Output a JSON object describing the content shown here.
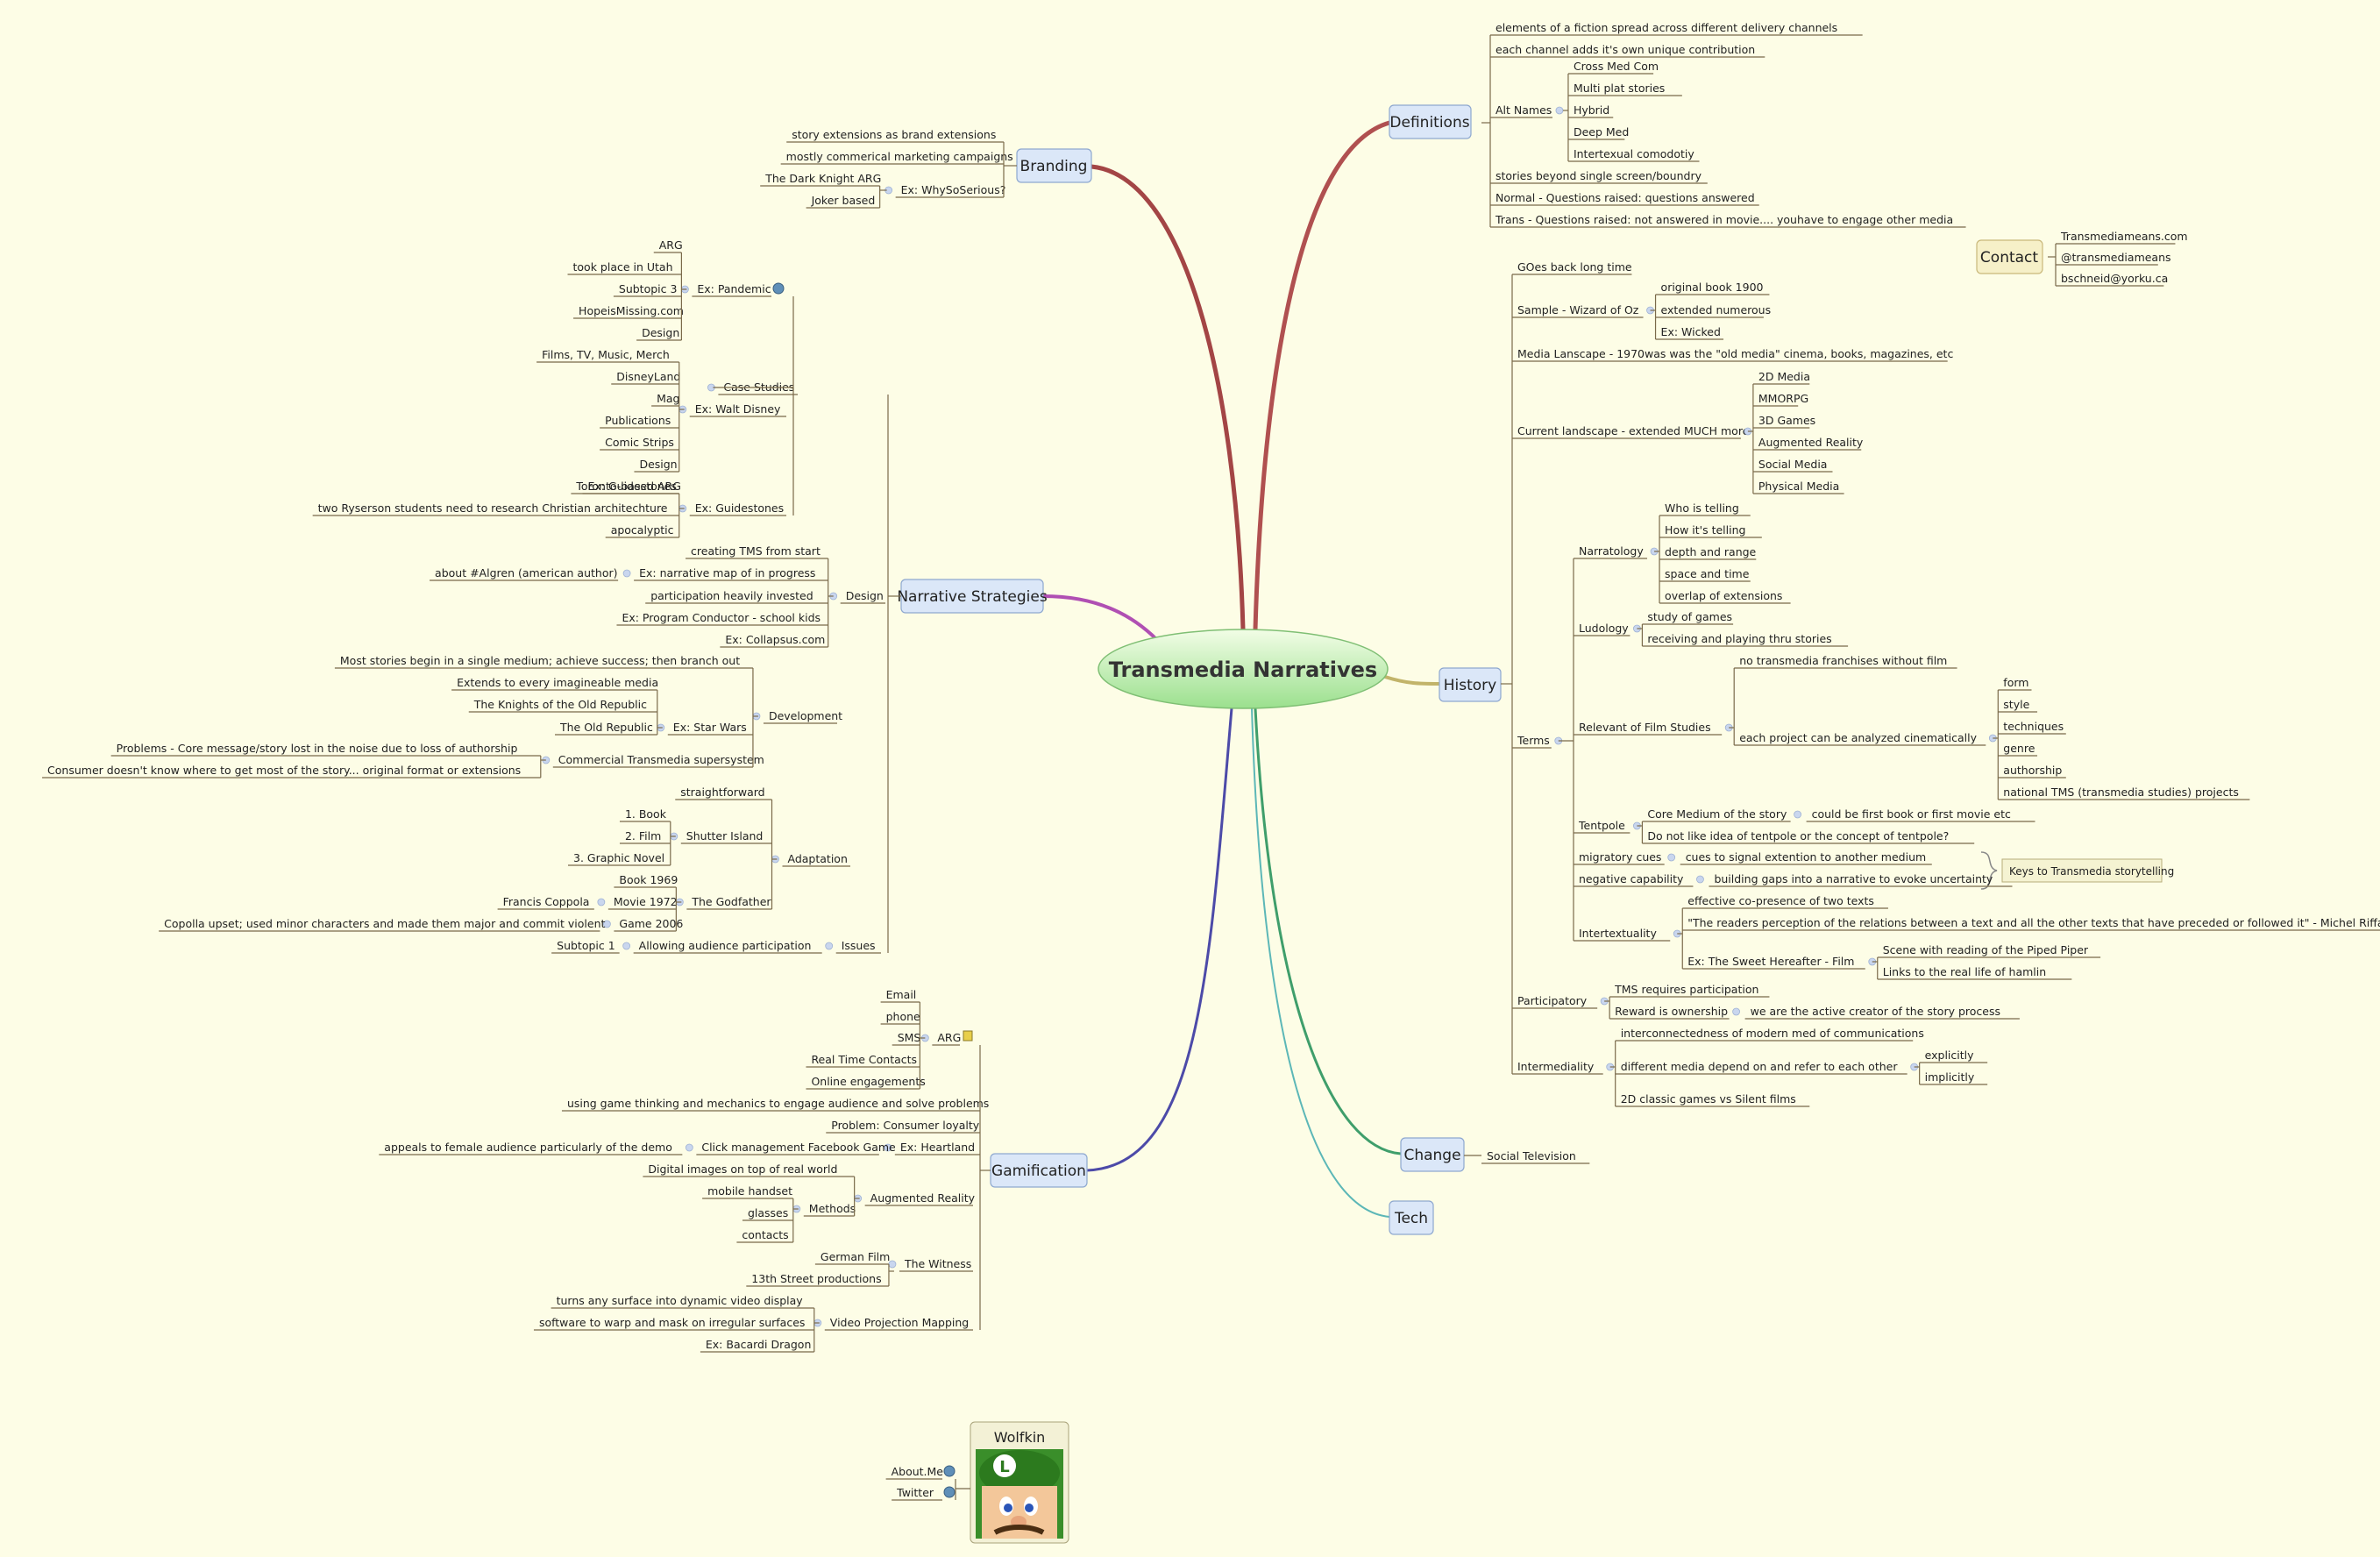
{
  "central": "Transmedia Narratives",
  "contact": {
    "label": "Contact",
    "items": [
      "Transmediameans.com",
      "@transmediameans",
      "bschneid@yorku.ca"
    ]
  },
  "callout": "Keys to Transmedia storytelling",
  "author": {
    "name": "Wolfkin",
    "links": [
      "About.Me",
      "Twitter"
    ]
  },
  "branches": {
    "definitions": {
      "label": "Definitions",
      "items": [
        "elements of a fiction spread across different delivery channels",
        "each channel adds it's own unique contribution",
        "Alt Names",
        "Cross Med Com",
        "Multi plat stories",
        "Hybrid",
        "Deep Med",
        "Intertexual comodotiy",
        "stories beyond single screen/boundry",
        "Normal - Questions raised: questions answered",
        "Trans - Questions raised: not answered in movie.... youhave to engage other media"
      ]
    },
    "history": {
      "label": "History",
      "items": [
        "GOes back long time",
        "Sample - Wizard of Oz",
        "original book 1900",
        "extended numerous",
        "Ex: Wicked",
        "Media Lanscape - 1970was was the \"old media\" cinema, books, magazines, etc",
        "Current landscape - extended MUCH more",
        "2D Media",
        "MMORPG",
        "3D Games",
        "Augmented Reality",
        "Social Media",
        "Physical Media",
        "Terms",
        "Narratology",
        "Who is telling",
        "How it's telling",
        "depth and range",
        "space and time",
        "overlap of extensions",
        "Ludology",
        "study of games",
        "receiving and playing thru stories",
        "Relevant of Film Studies",
        "no transmedia franchises without film",
        "each project can be analyzed cinematically",
        "form",
        "style",
        "techniques",
        "genre",
        "authorship",
        "national TMS (transmedia studies) projects",
        "Tentpole",
        "Core Medium of the story",
        "could be first book or first movie etc",
        "Do not like idea of tentpole or the concept of tentpole?",
        "migratory cues",
        "cues to signal extention to another medium",
        "negative capability",
        "building gaps into a narrative to evoke uncertainty",
        "Intertextuality",
        "effective co-presence of two texts",
        "\"The readers perception of the relations between a text and all the other texts that have preceded or followed it\" - Michel Riffaterre",
        "Ex: The Sweet Hereafter - Film",
        "Scene with reading of the Piped Piper",
        "Links to the real life of hamlin",
        "Participatory",
        "TMS requires participation",
        "Reward is ownership",
        "we are the active creator of the story process",
        "Intermediality",
        "interconnectedness of modern med of communications",
        "different media depend on and refer to each other",
        "explicitly",
        "implicitly",
        "2D classic games vs Silent films"
      ]
    },
    "change": {
      "label": "Change",
      "items": [
        "Social Television"
      ]
    },
    "tech": {
      "label": "Tech",
      "items": []
    },
    "branding": {
      "label": "Branding",
      "items": [
        "story extensions as brand extensions",
        "mostly commerical marketing campaigns",
        "Ex: WhySoSerious?",
        "The Dark Knight ARG",
        "Joker based"
      ]
    },
    "narrative": {
      "label": "Narrative Strategies",
      "items": [
        "Case Studies",
        "Ex: Pandemic",
        "ARG",
        "took place in Utah",
        "Subtopic 3",
        "HopeisMissing.com",
        "Design",
        "Ex: Walt Disney",
        "Films, TV, Music, Merch",
        "DisneyLand",
        "Mag",
        "Publications",
        "Comic Strips",
        "Design",
        "Ex: Guidestones",
        "Toronto-based ARG",
        "two Ryserson students need to research Christian architechture",
        "apocalyptic",
        "Design",
        "creating TMS from start",
        "Ex: narrative map of in progress",
        "about #Algren (american author)",
        "participation heavily invested",
        "Ex: Program Conductor - school kids",
        "Ex: Collapsus.com",
        "Development",
        "Most stories begin in a single medium; achieve success; then branch out",
        "Ex: Star Wars",
        "Extends to every imagineable media",
        "The Knights of the Old Republic",
        "The Old Republic",
        "Commercial Transmedia supersystem",
        "Problems - Core message/story lost in the noise due to loss of authorship",
        "Consumer doesn't know where to get most of the story... original format or extensions",
        "Adaptation",
        "straightforward",
        "Shutter Island",
        "1. Book",
        "2. Film",
        "3. Graphic Novel",
        "The Godfather",
        "Book 1969",
        "Movie 1972",
        "Francis Coppola",
        "Game 2006",
        "Copolla upset; used minor characters and made them major and commit violent",
        "Issues",
        "Allowing audience participation",
        "Subtopic 1"
      ]
    },
    "gamification": {
      "label": "Gamification",
      "items": [
        "ARG",
        "Email",
        "phone",
        "SMS",
        "Real Time Contacts",
        "Online engagements",
        "using game thinking and mechanics to engage audience and solve problems",
        "Problem: Consumer loyalty",
        "Ex: Heartland",
        "Click management Facebook Game",
        "appeals to female audience particularly of the demo",
        "Augmented Reality",
        "Digital images on top of real world",
        "Methods",
        "mobile handset",
        "glasses",
        "contacts",
        "The Witness",
        "German Film",
        "13th Street productions",
        "Video Projection Mapping",
        "turns any surface into dynamic video display",
        "software to warp and mask on irregular surfaces",
        "Ex: Bacardi Dragon"
      ]
    }
  },
  "colors": {
    "background": "#fdfde6",
    "definitions": "#b05050",
    "history": "#c2b46a",
    "change": "#3f9e6b",
    "tech": "#5cb7b7",
    "branding": "#a34545",
    "narrative": "#b04fb3",
    "gamification": "#4c4aa8"
  }
}
